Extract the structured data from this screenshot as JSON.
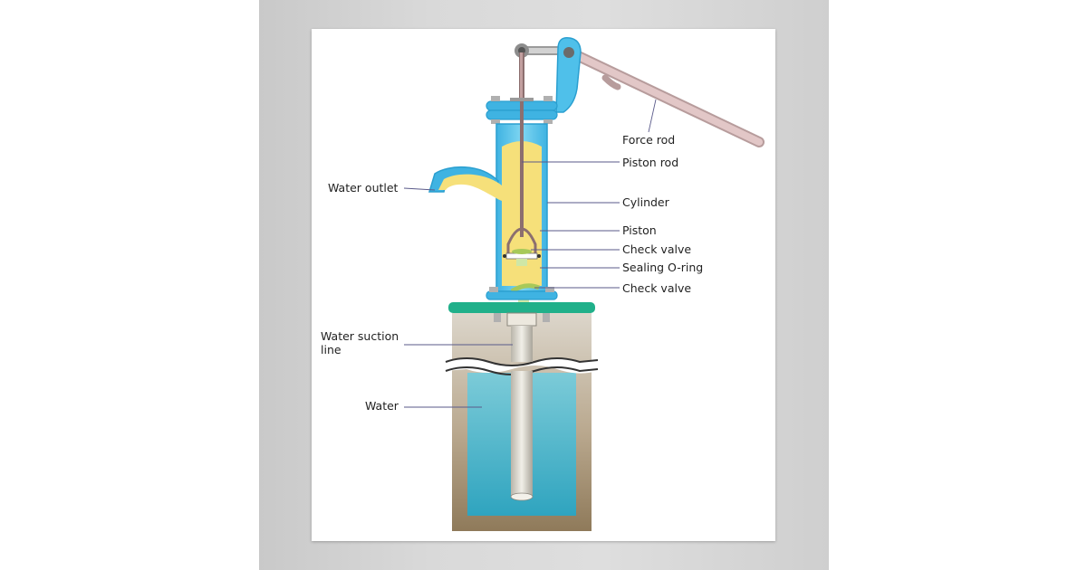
{
  "labels": {
    "force_rod": "Force rod",
    "piston_rod": "Piston rod",
    "water_outlet": "Water outlet",
    "cylinder": "Cylinder",
    "piston": "Piston",
    "check_valve_upper": "Check valve",
    "sealing_o_ring": "Sealing O-ring",
    "check_valve_lower": "Check valve",
    "water_suction_line_1": "Water suction",
    "water_suction_line_2": "line",
    "water": "Water"
  },
  "colors": {
    "pump_body": "#5ac8ea",
    "pump_outline": "#2a9fd0",
    "water_in_pump": "#f6e07a",
    "base_plate": "#20b08a",
    "well_wall": "#cbbfae",
    "well_water": "#5cbdd0",
    "handle": "#d9b9b9"
  }
}
